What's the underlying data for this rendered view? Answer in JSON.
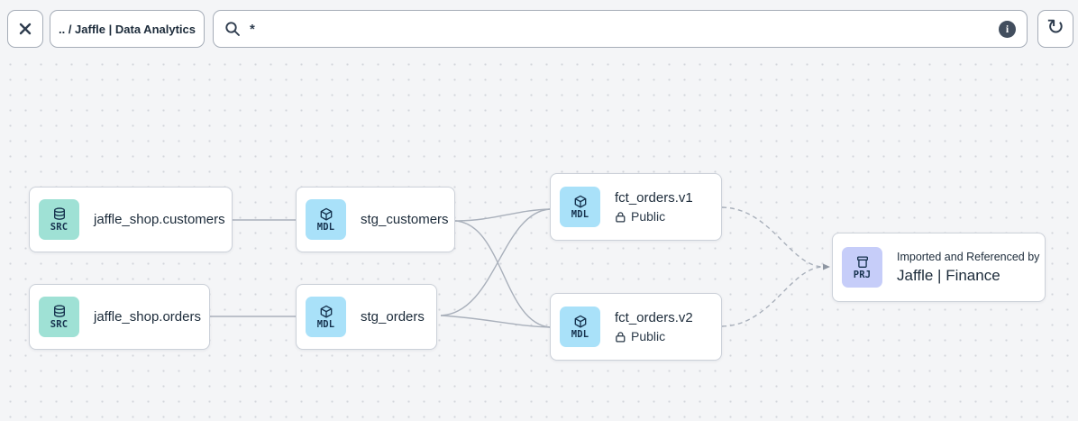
{
  "toolbar": {
    "close_label": "close",
    "breadcrumb": ".. / Jaffle | Data Analytics",
    "search_value": "*",
    "info_glyph": "i",
    "refresh_glyph": "↻"
  },
  "nodes": {
    "src_customers": {
      "type": "SRC",
      "title": "jaffle_shop.customers"
    },
    "src_orders": {
      "type": "SRC",
      "title": "jaffle_shop.orders"
    },
    "stg_customers": {
      "type": "MDL",
      "title": "stg_customers"
    },
    "stg_orders": {
      "type": "MDL",
      "title": "stg_orders"
    },
    "fct_orders_v1": {
      "type": "MDL",
      "title": "fct_orders.v1",
      "badge": "Public"
    },
    "fct_orders_v2": {
      "type": "MDL",
      "title": "fct_orders.v2",
      "badge": "Public"
    },
    "project": {
      "type": "PRJ",
      "subtitle": "Imported and Referenced by",
      "title": "Jaffle | Finance"
    }
  },
  "edges": [
    {
      "from": "jaffle_shop.customers",
      "to": "stg_customers",
      "style": "solid"
    },
    {
      "from": "jaffle_shop.orders",
      "to": "stg_orders",
      "style": "solid"
    },
    {
      "from": "stg_customers",
      "to": "fct_orders.v1",
      "style": "solid"
    },
    {
      "from": "stg_customers",
      "to": "fct_orders.v2",
      "style": "solid"
    },
    {
      "from": "stg_orders",
      "to": "fct_orders.v1",
      "style": "solid"
    },
    {
      "from": "stg_orders",
      "to": "fct_orders.v2",
      "style": "solid"
    },
    {
      "from": "fct_orders.v1",
      "to": "Jaffle | Finance",
      "style": "dashed"
    },
    {
      "from": "fct_orders.v2",
      "to": "Jaffle | Finance",
      "style": "dashed"
    }
  ],
  "colors": {
    "canvas_bg": "#f4f5f7",
    "dot": "#d2d5db",
    "node_border": "#ccd1d9",
    "edge": "#a9b0bb",
    "text": "#1c2b3a",
    "src_icon_bg": "#9fe1d5",
    "mdl_icon_bg": "#a9e1f9",
    "prj_icon_bg": "#c6cdf9",
    "icon_fg": "#16324e",
    "info_bg": "#424e5e"
  }
}
